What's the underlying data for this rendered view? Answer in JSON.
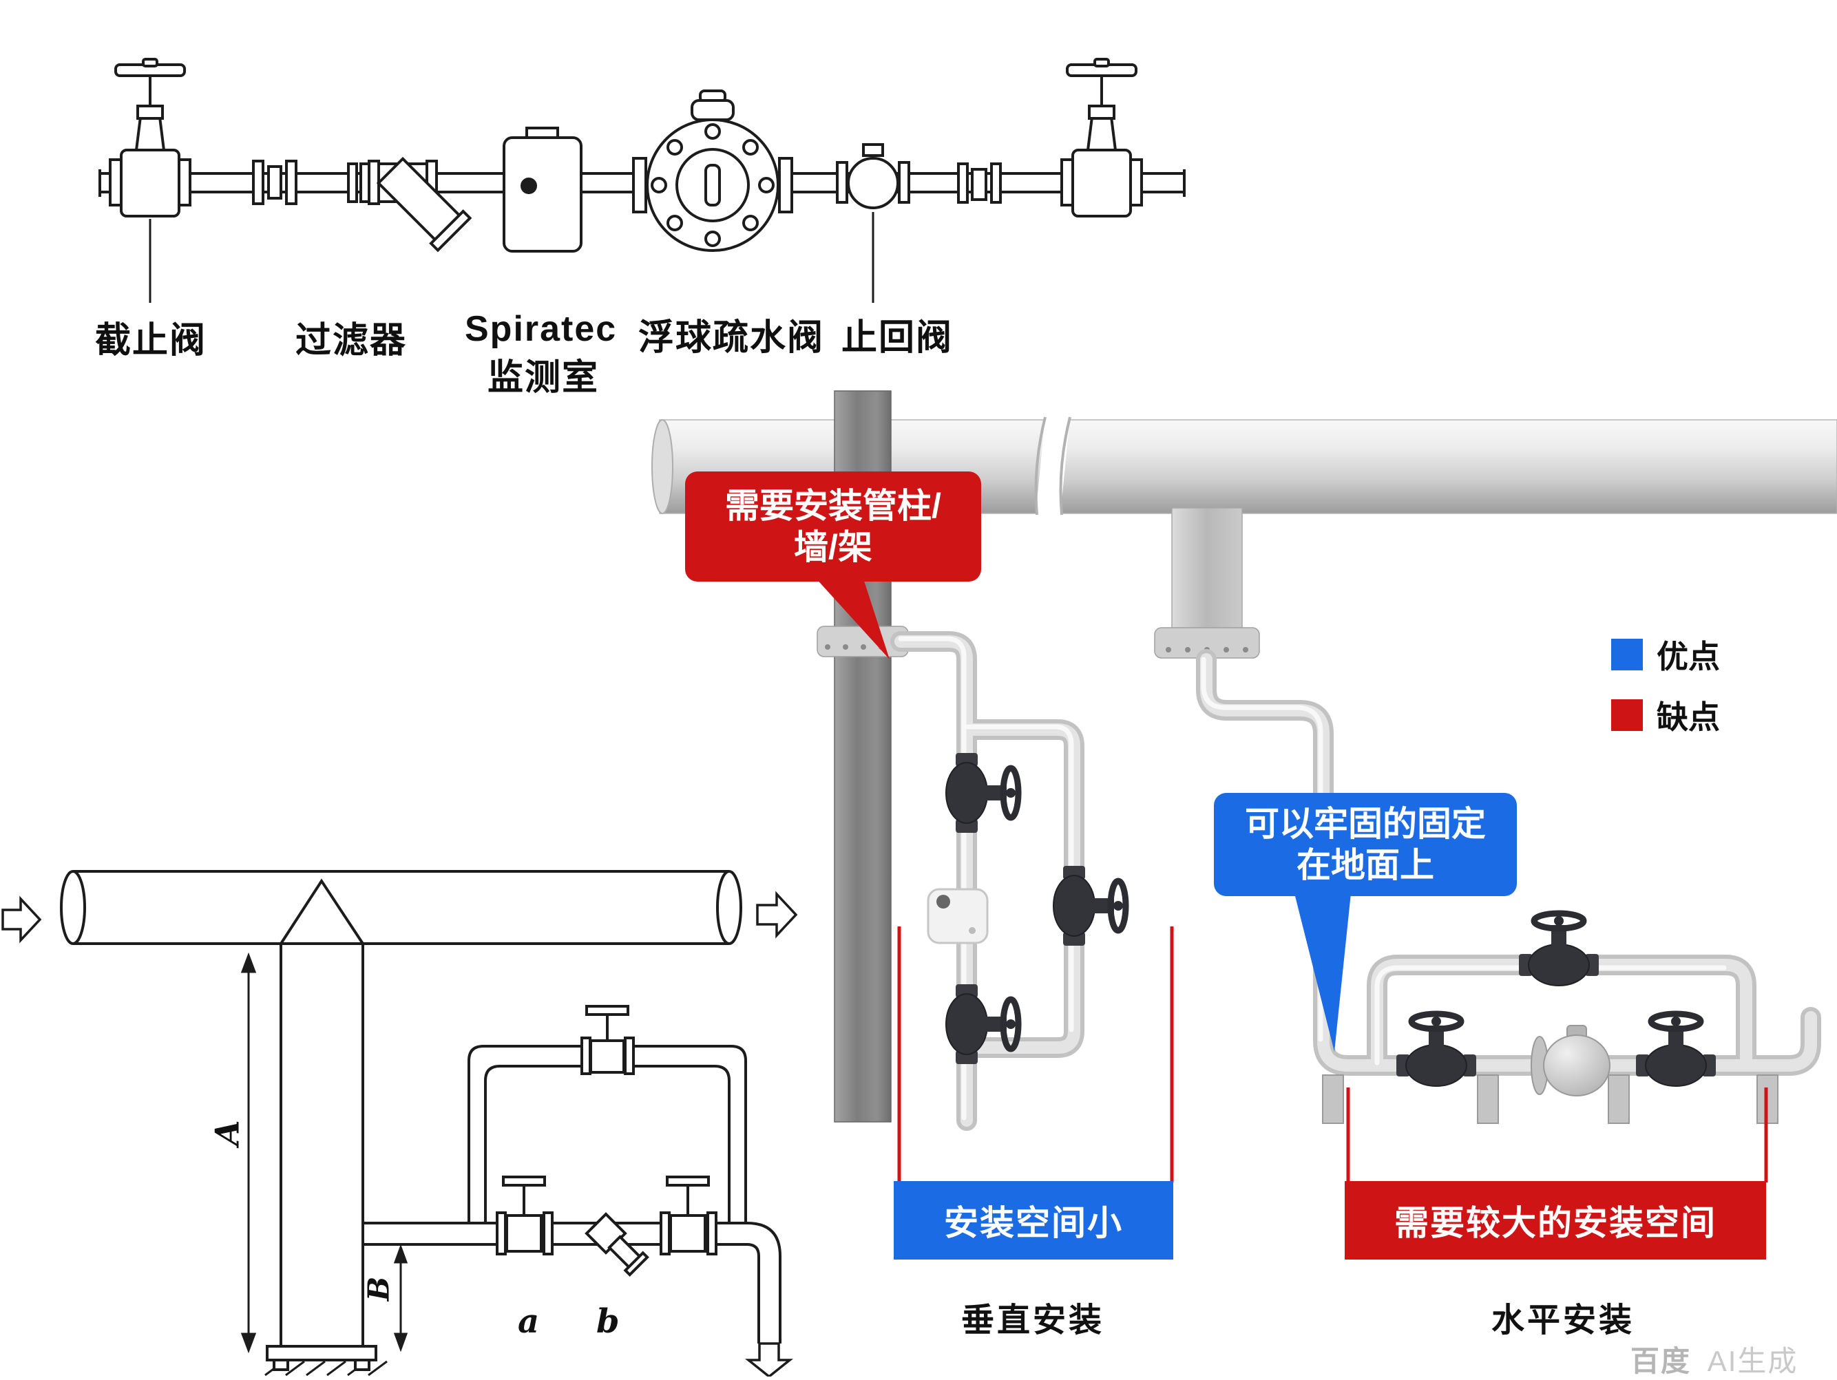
{
  "schematic": {
    "labels": {
      "stop_valve": "截止阀",
      "strainer": "过滤器",
      "spiratec1": "Spiratec",
      "spiratec2": "监测室",
      "float_trap": "浮球疏水阀",
      "check_valve": "止回阀"
    }
  },
  "vertical_install": {
    "callout": {
      "line1": "需要安装管柱/",
      "line2": "墙/架",
      "color": "#ce1414",
      "meaning": "disadvantage"
    },
    "space_box": {
      "text": "安装空间小",
      "color": "#1a6be4",
      "meaning": "advantage"
    },
    "caption": "垂直安装"
  },
  "horizontal_install": {
    "callout": {
      "line1": "可以牢固的固定",
      "line2": "在地面上",
      "color": "#1a6be4",
      "meaning": "advantage"
    },
    "space_box": {
      "text": "需要较大的安装空间",
      "color": "#ce1414",
      "meaning": "disadvantage"
    },
    "caption": "水平安装"
  },
  "legend": {
    "items": [
      {
        "label": "优点",
        "color": "#1a6be4"
      },
      {
        "label": "缺点",
        "color": "#ce1414"
      }
    ]
  },
  "left_diagram": {
    "dim_a": "A",
    "dim_b": "B",
    "line_a": "a",
    "line_b": "b"
  },
  "watermark": {
    "brand": "百度",
    "suffix": "AI生成"
  }
}
